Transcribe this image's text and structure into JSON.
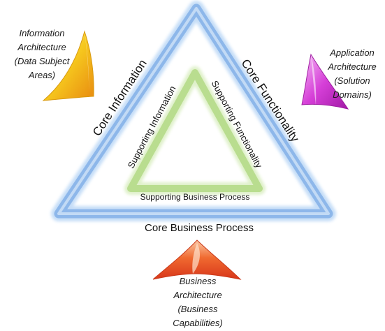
{
  "core": {
    "left_label": "Core Information",
    "right_label": "Core Functionality",
    "bottom_label": "Core Business Process",
    "color": "#9ec3ef"
  },
  "supporting": {
    "left_label": "Supporting Information",
    "right_label": "Supporting Functionality",
    "bottom_label": "Supporting Business Process",
    "color": "#bfe29a"
  },
  "domains": {
    "information": {
      "lines": [
        "Information",
        "Architecture",
        "(Data Subject",
        "Areas)"
      ],
      "icon": "yellow-sail-icon",
      "color": "#f4c21b"
    },
    "application": {
      "lines": [
        "Application",
        "Architecture",
        "(Solution",
        "Domains)"
      ],
      "icon": "magenta-sail-icon",
      "color": "#d63fd8"
    },
    "business": {
      "lines": [
        "Business",
        "Architecture",
        "(Business",
        "Capabilities)"
      ],
      "icon": "orange-sail-icon",
      "color": "#ec4f22"
    }
  }
}
